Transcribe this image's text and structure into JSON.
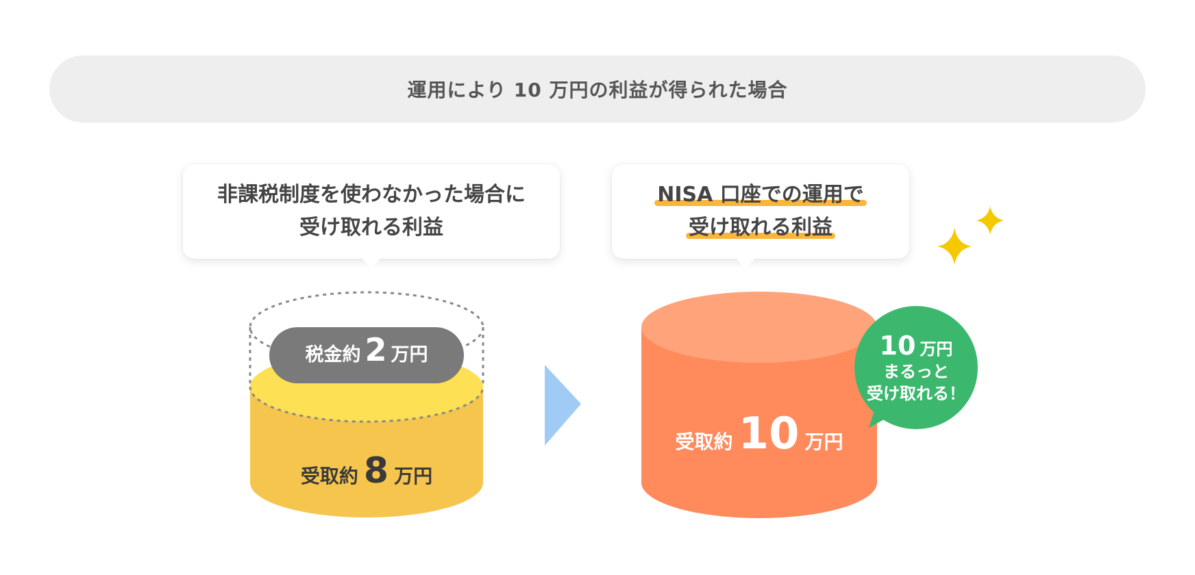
{
  "header": {
    "title": "運用により 10 万円の利益が得られた場合"
  },
  "left": {
    "bubble_line1": "非課税制度を使わなかった場合に",
    "bubble_line2": "受け取れる利益",
    "tax_label": "税金約",
    "tax_amount": "2",
    "tax_unit": "万円",
    "receive_label": "受取約",
    "receive_amount": "8",
    "receive_unit": "万円"
  },
  "right": {
    "bubble_line1": "NISA 口座での運用で",
    "bubble_line2": "受け取れる利益",
    "receive_label": "受取約",
    "receive_amount": "10",
    "receive_unit": "万円"
  },
  "callout": {
    "amount": "10",
    "unit": "万円",
    "line1": "まるっと",
    "line2": "受け取れる！"
  },
  "colors": {
    "header_bg": "#eeeeee",
    "yellow_top": "#fde053",
    "yellow_body": "#f6c54e",
    "tax_pill": "#7a7a7a",
    "orange_top": "#ffa47a",
    "orange_body": "#ff8a5b",
    "arrow": "#9fcbf5",
    "callout_green": "#3bb86e",
    "sparkle": "#f5c800",
    "underline": "#fbb53a"
  },
  "icons": [
    "arrow-right-icon",
    "sparkle-icon"
  ]
}
